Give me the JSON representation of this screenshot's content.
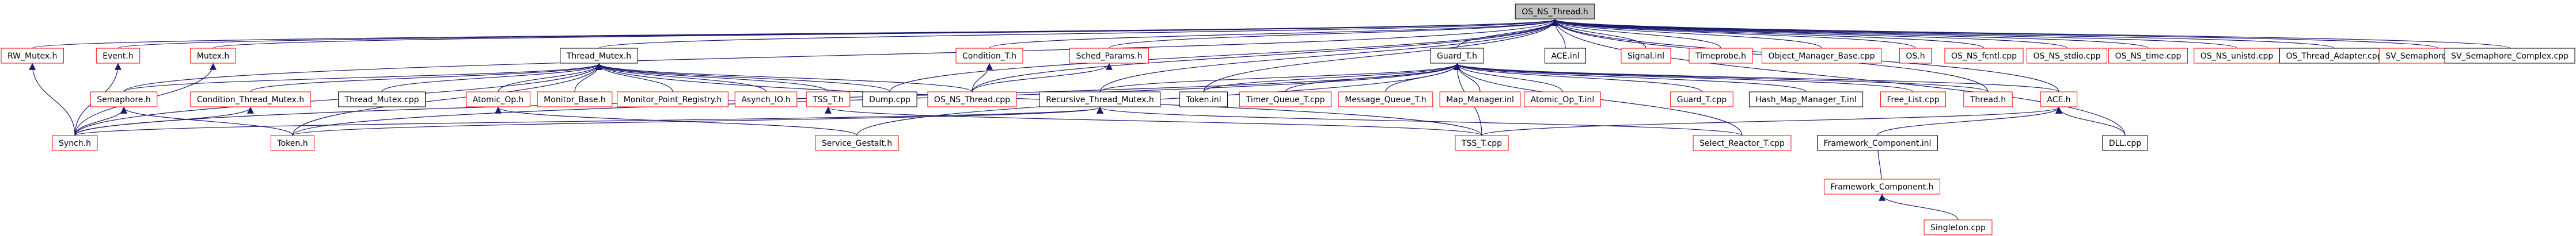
{
  "graph": {
    "colors": {
      "background": "#ffffff",
      "text": "#000000",
      "edge": "#191970",
      "focus_fill": "#bfbfbf",
      "border_red": "#ff0000",
      "border_black": "#000000"
    },
    "nodes": [
      {
        "id": "root",
        "label": "OS_NS_Thread.h",
        "style": "focus"
      },
      {
        "id": "rw_mutex",
        "label": "RW_Mutex.h",
        "style": "red"
      },
      {
        "id": "event",
        "label": "Event.h",
        "style": "red"
      },
      {
        "id": "mutex",
        "label": "Mutex.h",
        "style": "red"
      },
      {
        "id": "thread_mutex",
        "label": "Thread_Mutex.h",
        "style": "black"
      },
      {
        "id": "condition_t",
        "label": "Condition_T.h",
        "style": "red"
      },
      {
        "id": "sched_params",
        "label": "Sched_Params.h",
        "style": "red"
      },
      {
        "id": "guard_t_h",
        "label": "Guard_T.h",
        "style": "black"
      },
      {
        "id": "ace_inl",
        "label": "ACE.inl",
        "style": "black"
      },
      {
        "id": "signal_inl",
        "label": "Signal.inl",
        "style": "red"
      },
      {
        "id": "timeprobe",
        "label": "Timeprobe.h",
        "style": "red"
      },
      {
        "id": "object_manager_base",
        "label": "Object_Manager_Base.cpp",
        "style": "red"
      },
      {
        "id": "os_h",
        "label": "OS.h",
        "style": "red"
      },
      {
        "id": "os_ns_fcntl",
        "label": "OS_NS_fcntl.cpp",
        "style": "red"
      },
      {
        "id": "os_ns_stdio",
        "label": "OS_NS_stdio.cpp",
        "style": "red"
      },
      {
        "id": "os_ns_time",
        "label": "OS_NS_time.cpp",
        "style": "red"
      },
      {
        "id": "os_ns_unistd",
        "label": "OS_NS_unistd.cpp",
        "style": "red"
      },
      {
        "id": "os_thread_adapter",
        "label": "OS_Thread_Adapter.cpp",
        "style": "black"
      },
      {
        "id": "sv_semaphore_simple",
        "label": "SV_Semaphore_Simple.inl",
        "style": "red"
      },
      {
        "id": "sv_semaphore_complex",
        "label": "SV_Semaphore_Complex.cpp",
        "style": "black"
      },
      {
        "id": "semaphore_h",
        "label": "Semaphore.h",
        "style": "red"
      },
      {
        "id": "condition_thread_mutex",
        "label": "Condition_Thread_Mutex.h",
        "style": "red"
      },
      {
        "id": "thread_mutex_cpp",
        "label": "Thread_Mutex.cpp",
        "style": "black"
      },
      {
        "id": "atomic_op_h",
        "label": "Atomic_Op.h",
        "style": "red"
      },
      {
        "id": "monitor_base",
        "label": "Monitor_Base.h",
        "style": "red"
      },
      {
        "id": "monitor_point_registry",
        "label": "Monitor_Point_Registry.h",
        "style": "red"
      },
      {
        "id": "asynch_io",
        "label": "Asynch_IO.h",
        "style": "red"
      },
      {
        "id": "tss_t_h",
        "label": "TSS_T.h",
        "style": "red"
      },
      {
        "id": "dump_cpp",
        "label": "Dump.cpp",
        "style": "black"
      },
      {
        "id": "os_ns_thread_cpp",
        "label": "OS_NS_Thread.cpp",
        "style": "red"
      },
      {
        "id": "recursive_thread_mutex",
        "label": "Recursive_Thread_Mutex.h",
        "style": "black"
      },
      {
        "id": "token_inl",
        "label": "Token.inl",
        "style": "black"
      },
      {
        "id": "timer_queue_t",
        "label": "Timer_Queue_T.cpp",
        "style": "red"
      },
      {
        "id": "message_queue_t",
        "label": "Message_Queue_T.h",
        "style": "red"
      },
      {
        "id": "map_manager",
        "label": "Map_Manager.inl",
        "style": "red"
      },
      {
        "id": "atomic_op_t",
        "label": "Atomic_Op_T.inl",
        "style": "red"
      },
      {
        "id": "guard_t_cpp",
        "label": "Guard_T.cpp",
        "style": "red"
      },
      {
        "id": "hash_map_manager",
        "label": "Hash_Map_Manager_T.inl",
        "style": "black"
      },
      {
        "id": "free_list",
        "label": "Free_List.cpp",
        "style": "red"
      },
      {
        "id": "thread_h",
        "label": "Thread.h",
        "style": "red"
      },
      {
        "id": "ace_h",
        "label": "ACE.h",
        "style": "red"
      },
      {
        "id": "synch_h",
        "label": "Synch.h",
        "style": "red"
      },
      {
        "id": "token_h",
        "label": "Token.h",
        "style": "red"
      },
      {
        "id": "service_gestalt",
        "label": "Service_Gestalt.h",
        "style": "red"
      },
      {
        "id": "tss_t_cpp",
        "label": "TSS_T.cpp",
        "style": "red"
      },
      {
        "id": "select_reactor_t",
        "label": "Select_Reactor_T.cpp",
        "style": "red"
      },
      {
        "id": "framework_component_inl",
        "label": "Framework_Component.inl",
        "style": "black"
      },
      {
        "id": "dll_cpp",
        "label": "DLL.cpp",
        "style": "black"
      },
      {
        "id": "framework_component_h",
        "label": "Framework_Component.h",
        "style": "red"
      },
      {
        "id": "singleton",
        "label": "Singleton.cpp",
        "style": "red"
      }
    ],
    "edges": [
      [
        "root",
        "rw_mutex"
      ],
      [
        "root",
        "event"
      ],
      [
        "root",
        "mutex"
      ],
      [
        "root",
        "thread_mutex"
      ],
      [
        "root",
        "condition_t"
      ],
      [
        "root",
        "sched_params"
      ],
      [
        "root",
        "guard_t_h"
      ],
      [
        "root",
        "ace_inl"
      ],
      [
        "root",
        "signal_inl"
      ],
      [
        "root",
        "timeprobe"
      ],
      [
        "root",
        "object_manager_base"
      ],
      [
        "root",
        "os_h"
      ],
      [
        "root",
        "os_ns_fcntl"
      ],
      [
        "root",
        "os_ns_stdio"
      ],
      [
        "root",
        "os_ns_time"
      ],
      [
        "root",
        "os_ns_unistd"
      ],
      [
        "root",
        "os_thread_adapter"
      ],
      [
        "root",
        "sv_semaphore_simple"
      ],
      [
        "root",
        "sv_semaphore_complex"
      ],
      [
        "root",
        "semaphore_h"
      ],
      [
        "root",
        "os_ns_thread_cpp"
      ],
      [
        "root",
        "recursive_thread_mutex"
      ],
      [
        "root",
        "token_inl"
      ],
      [
        "root",
        "thread_h"
      ],
      [
        "root",
        "ace_h"
      ],
      [
        "root",
        "dll_cpp"
      ],
      [
        "root",
        "dump_cpp"
      ],
      [
        "rw_mutex",
        "synch_h"
      ],
      [
        "event",
        "synch_h"
      ],
      [
        "mutex",
        "synch_h"
      ],
      [
        "thread_mutex",
        "semaphore_h"
      ],
      [
        "thread_mutex",
        "condition_thread_mutex"
      ],
      [
        "thread_mutex",
        "thread_mutex_cpp"
      ],
      [
        "thread_mutex",
        "atomic_op_h"
      ],
      [
        "thread_mutex",
        "monitor_base"
      ],
      [
        "thread_mutex",
        "monitor_point_registry"
      ],
      [
        "thread_mutex",
        "asynch_io"
      ],
      [
        "thread_mutex",
        "tss_t_h"
      ],
      [
        "thread_mutex",
        "dump_cpp"
      ],
      [
        "thread_mutex",
        "os_ns_thread_cpp"
      ],
      [
        "thread_mutex",
        "synch_h"
      ],
      [
        "thread_mutex",
        "token_h"
      ],
      [
        "thread_mutex",
        "tss_t_cpp"
      ],
      [
        "condition_t",
        "os_ns_thread_cpp"
      ],
      [
        "sched_params",
        "os_ns_thread_cpp"
      ],
      [
        "guard_t_h",
        "recursive_thread_mutex"
      ],
      [
        "guard_t_h",
        "token_inl"
      ],
      [
        "guard_t_h",
        "timer_queue_t"
      ],
      [
        "guard_t_h",
        "message_queue_t"
      ],
      [
        "guard_t_h",
        "map_manager"
      ],
      [
        "guard_t_h",
        "atomic_op_t"
      ],
      [
        "guard_t_h",
        "guard_t_cpp"
      ],
      [
        "guard_t_h",
        "hash_map_manager"
      ],
      [
        "guard_t_h",
        "free_list"
      ],
      [
        "guard_t_h",
        "thread_h"
      ],
      [
        "guard_t_h",
        "ace_h"
      ],
      [
        "guard_t_h",
        "select_reactor_t"
      ],
      [
        "guard_t_h",
        "tss_t_cpp"
      ],
      [
        "guard_t_h",
        "synch_h"
      ],
      [
        "guard_t_h",
        "token_h"
      ],
      [
        "guard_t_h",
        "service_gestalt"
      ],
      [
        "semaphore_h",
        "synch_h"
      ],
      [
        "semaphore_h",
        "token_h"
      ],
      [
        "condition_thread_mutex",
        "synch_h"
      ],
      [
        "atomic_op_h",
        "service_gestalt"
      ],
      [
        "tss_t_h",
        "tss_t_cpp"
      ],
      [
        "recursive_thread_mutex",
        "synch_h"
      ],
      [
        "recursive_thread_mutex",
        "token_h"
      ],
      [
        "recursive_thread_mutex",
        "select_reactor_t"
      ],
      [
        "ace_h",
        "framework_component_inl"
      ],
      [
        "ace_h",
        "dll_cpp"
      ],
      [
        "ace_h",
        "tss_t_cpp"
      ],
      [
        "framework_component_h",
        "framework_component_inl"
      ],
      [
        "framework_component_h",
        "singleton"
      ]
    ]
  }
}
